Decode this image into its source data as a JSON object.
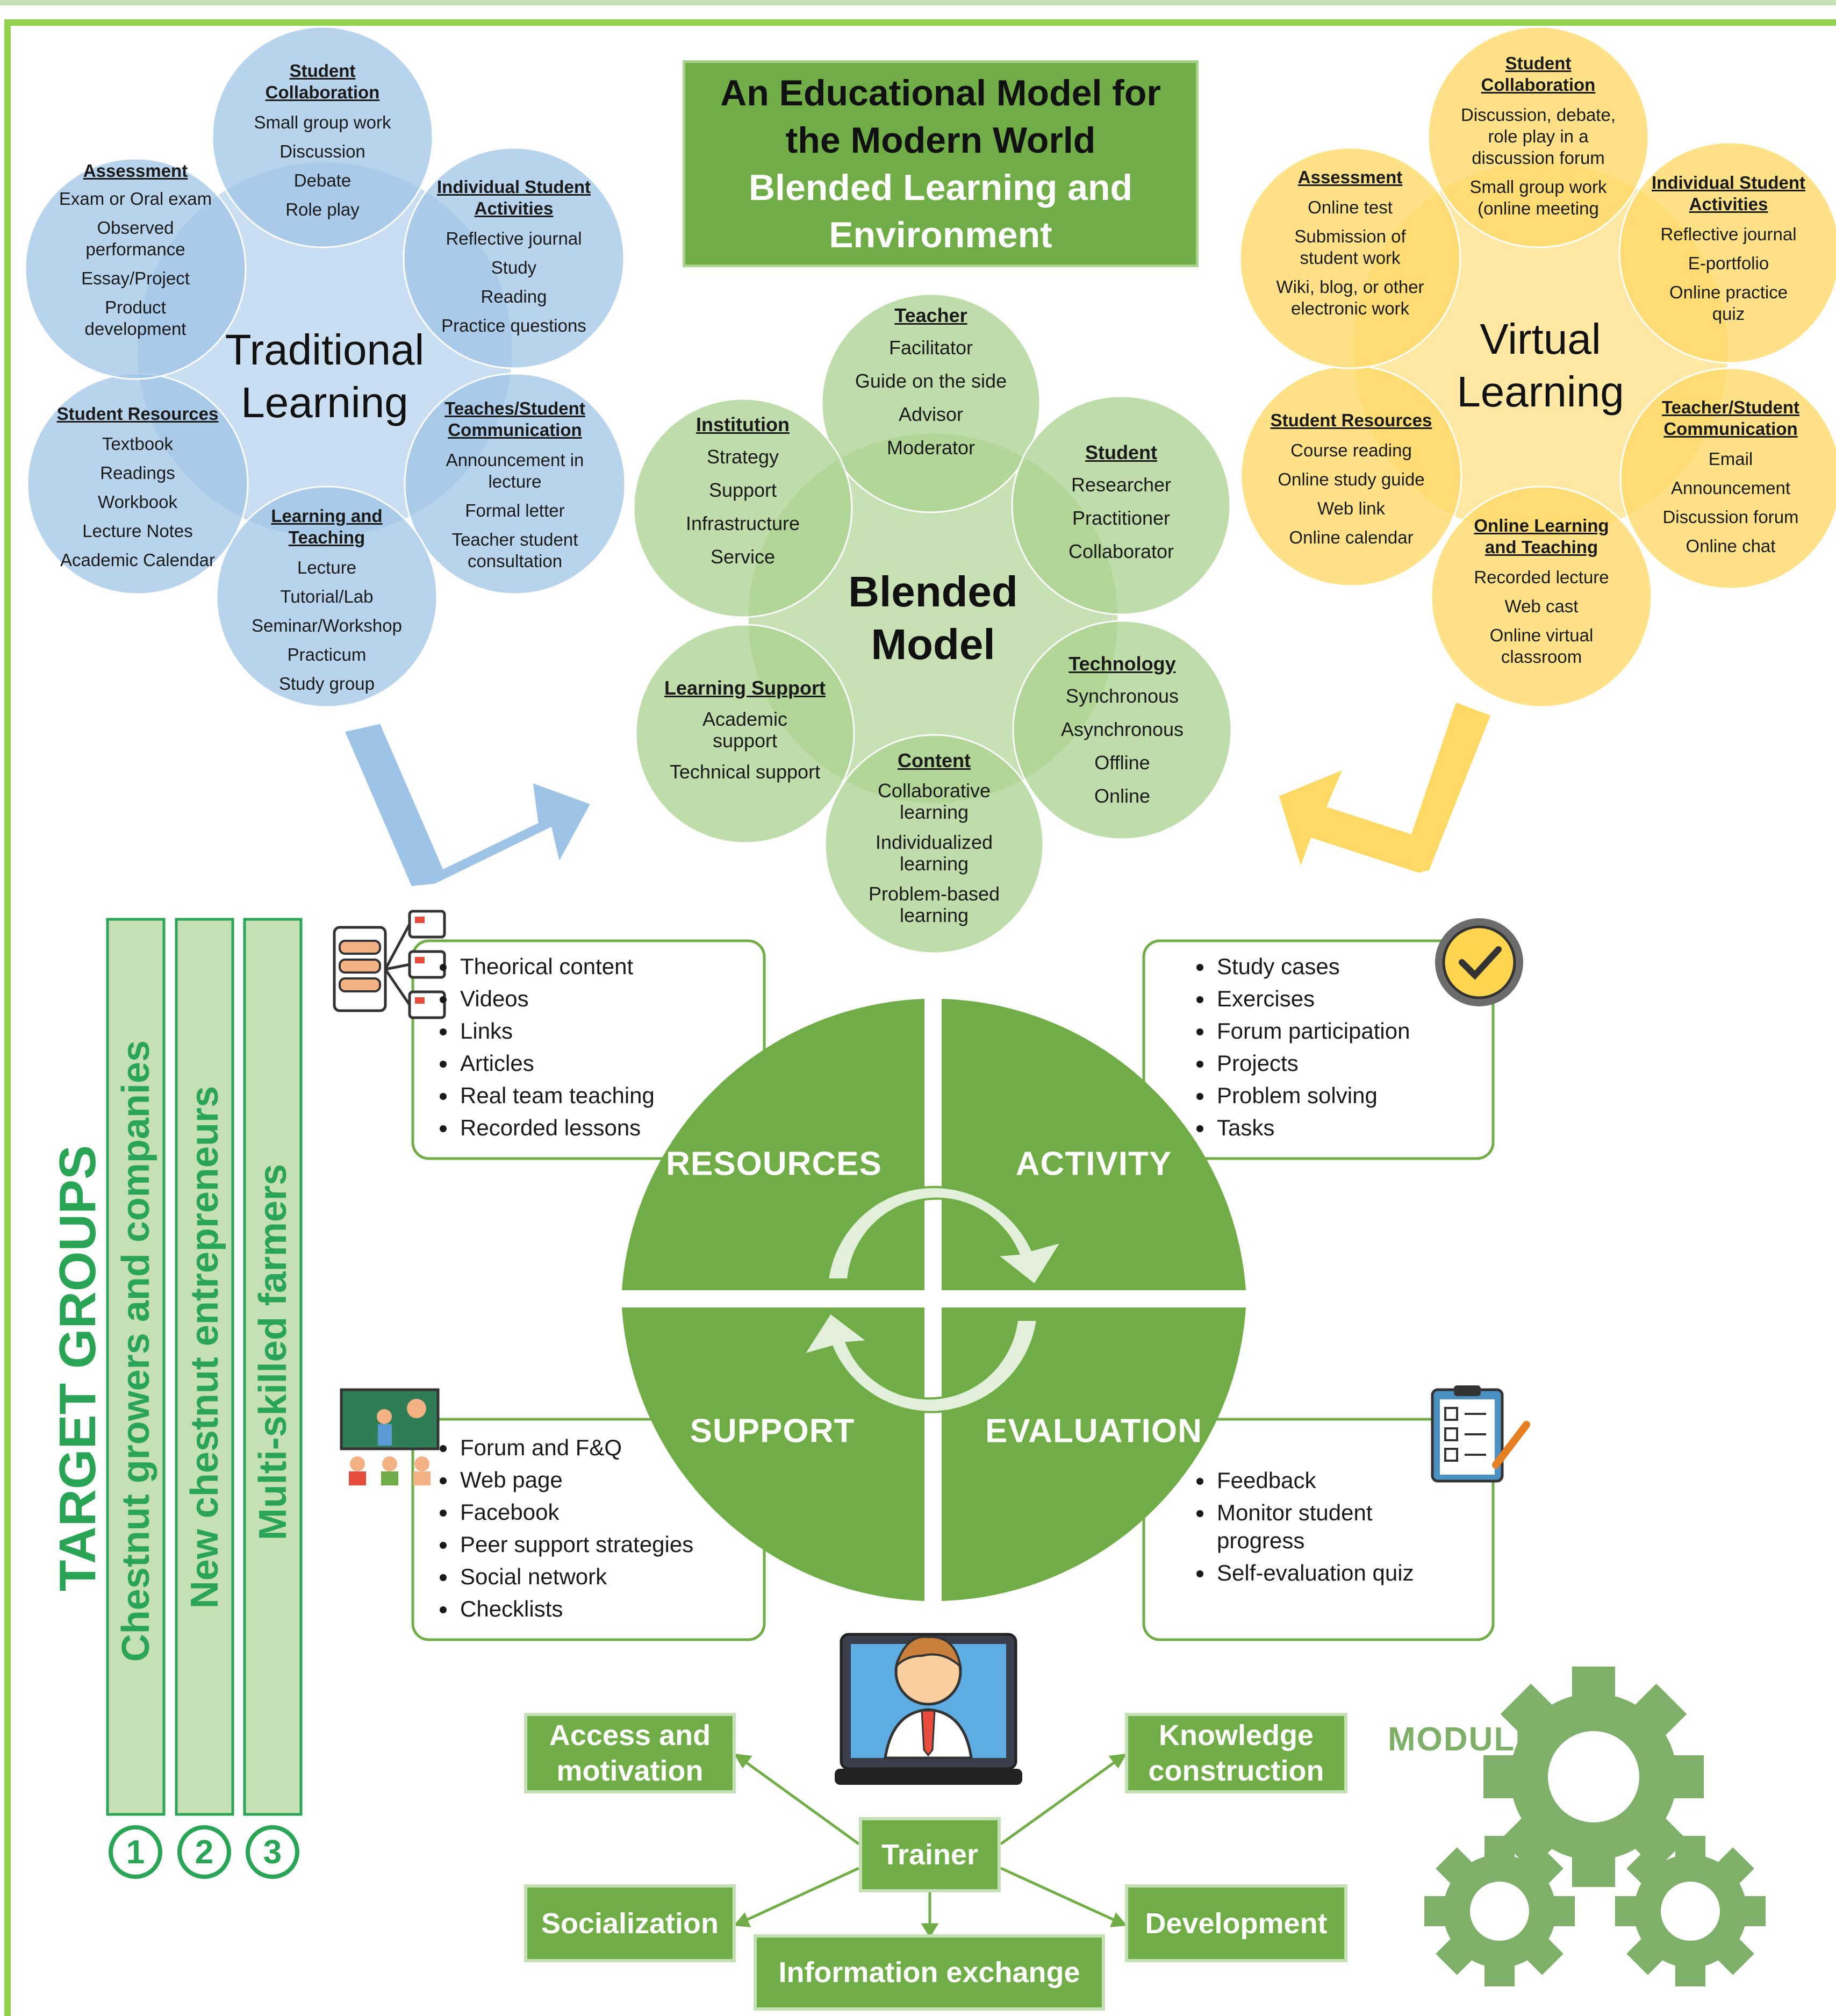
{
  "title": {
    "line1": "An Educational Model for",
    "line2": "the Modern World",
    "line3": "Blended Learning and",
    "line4": "Environment"
  },
  "traditional": {
    "center_line1": "Traditional",
    "center_line2": "Learning",
    "collaboration": {
      "heading_1": "Student",
      "heading_2": "Collaboration",
      "items": [
        "Small group work",
        "Discussion",
        "Debate",
        "Role play"
      ]
    },
    "individual": {
      "heading_1": "Individual Student",
      "heading_2": "Activities",
      "items": [
        "Reflective journal",
        "Study",
        "Reading",
        "Practice questions"
      ]
    },
    "communication": {
      "heading_1": "Teaches/Student",
      "heading_2": "Communication",
      "items": [
        "Announcement in",
        "lecture",
        "Formal letter",
        "Teacher student",
        "consultation"
      ]
    },
    "learning_teaching": {
      "heading_1": "Learning and",
      "heading_2": "Teaching",
      "items": [
        "Lecture",
        "Tutorial/Lab",
        "Seminar/Workshop",
        "Practicum",
        "Study group"
      ]
    },
    "resources": {
      "heading": "Student Resources",
      "items": [
        "Textbook",
        "Readings",
        "Workbook",
        "Lecture Notes",
        "Academic Calendar"
      ]
    },
    "assessment": {
      "heading": "Assessment",
      "items": [
        "Exam or Oral exam",
        "Observed",
        "performance",
        "Essay/Project",
        "Product",
        "development"
      ]
    }
  },
  "virtual": {
    "center_line1": "Virtual",
    "center_line2": "Learning",
    "collaboration": {
      "heading_1": "Student",
      "heading_2": "Collaboration",
      "items": [
        "Discussion, debate,",
        "role play in a",
        "discussion forum",
        "Small group work",
        "(online meeting"
      ]
    },
    "individual": {
      "heading_1": "Individual Student",
      "heading_2": "Activities",
      "items": [
        "Reflective journal",
        "E-portfolio",
        "Online practice",
        "quiz"
      ]
    },
    "communication": {
      "heading_1": "Teacher/Student",
      "heading_2": "Communication",
      "items": [
        "Email",
        "Announcement",
        "Discussion forum",
        "Online chat"
      ]
    },
    "online_learning": {
      "heading_1": "Online Learning",
      "heading_2": "and Teaching",
      "items": [
        "Recorded lecture",
        "Web cast",
        "Online virtual",
        "classroom"
      ]
    },
    "resources": {
      "heading": "Student Resources",
      "items": [
        "Course reading",
        "Online study guide",
        "Web link",
        "Online calendar"
      ]
    },
    "assessment": {
      "heading": "Assessment",
      "items": [
        "Online test",
        "Submission of",
        "student work",
        "Wiki, blog, or other",
        "electronic work"
      ]
    }
  },
  "blended": {
    "center_line1": "Blended",
    "center_line2": "Model",
    "teacher": {
      "heading": "Teacher",
      "items": [
        "Facilitator",
        "Guide on the side",
        "Advisor",
        "Moderator"
      ]
    },
    "student": {
      "heading": "Student",
      "items": [
        "Researcher",
        "Practitioner",
        "Collaborator"
      ]
    },
    "technology": {
      "heading": "Technology",
      "items": [
        "Synchronous",
        "Asynchronous",
        "Offline",
        "Online"
      ]
    },
    "content": {
      "heading": "Content",
      "items": [
        "Collaborative",
        "learning",
        "Individualized",
        "learning",
        "Problem-based",
        "learning"
      ]
    },
    "learning_support": {
      "heading": "Learning Support",
      "items": [
        "Academic",
        "support",
        "Technical support"
      ]
    },
    "institution": {
      "heading": "Institution",
      "items": [
        "Strategy",
        "Support",
        "Infrastructure",
        "Service"
      ]
    }
  },
  "cycle": {
    "resources": {
      "label": "RESOURCES",
      "items": [
        "Theorical content",
        "Videos",
        "Links",
        "Articles",
        "Real team teaching",
        "Recorded lessons"
      ]
    },
    "activity": {
      "label": "ACTIVITY",
      "items": [
        "Study cases",
        "Exercises",
        "Forum participation",
        "Projects",
        "Problem solving",
        "Tasks"
      ]
    },
    "support": {
      "label": "SUPPORT",
      "items": [
        "Forum and F&Q",
        "Web page",
        "Facebook",
        "Peer support strategies",
        "Social network",
        "Checklists"
      ]
    },
    "evaluation": {
      "label": "EVALUATION",
      "items": [
        "Feedback",
        "Monitor student",
        "progress",
        "Self-evaluation quiz"
      ]
    }
  },
  "target_groups": {
    "title": "TARGET GROUPS",
    "groups": [
      {
        "number": "1",
        "label": "Chestnut growers and companies"
      },
      {
        "number": "2",
        "label": "New chestnut entrepreneurs"
      },
      {
        "number": "3",
        "label": "Multi-skilled farmers"
      }
    ]
  },
  "modules": {
    "label": "MODULES",
    "trainer": "Trainer",
    "access_1": "Access and",
    "access_2": "motivation",
    "knowledge_1": "Knowledge",
    "knowledge_2": "construction",
    "socialization": "Socialization",
    "development": "Development",
    "information": "Information exchange"
  },
  "colors": {
    "green": "#70ad47",
    "light_green": "#a9d18e",
    "blue": "#9dc3e6",
    "yellow": "#ffd966",
    "accent_green": "#2aa556",
    "frame": "#92d050"
  },
  "icons": [
    "database-icon",
    "checkmark-clock-icon",
    "teacher-board-icon",
    "checklist-icon",
    "trainer-laptop-icon",
    "gears-icon"
  ]
}
